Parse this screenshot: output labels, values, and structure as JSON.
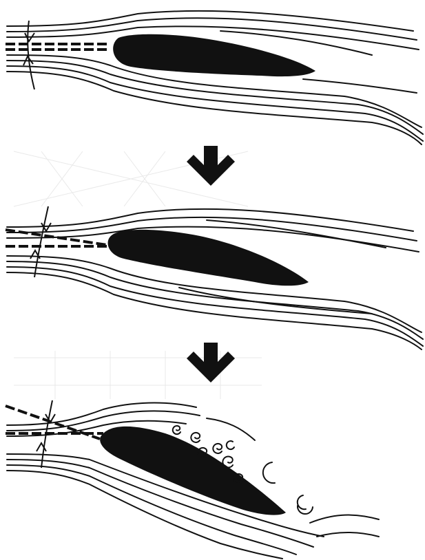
{
  "diagram": {
    "colors": {
      "ink": "#111111",
      "background": "#ffffff",
      "grid": "#e9e9e9"
    },
    "stages": [
      {
        "id": "stage-1",
        "angle_of_attack_deg": 6,
        "flow": "attached",
        "vortices": 0
      },
      {
        "id": "stage-2",
        "angle_of_attack_deg": 10,
        "flow": "attached",
        "vortices": 0
      },
      {
        "id": "stage-3",
        "angle_of_attack_deg": 26,
        "flow": "separated",
        "vortices": 9
      }
    ],
    "transitions": [
      {
        "from": "stage-1",
        "to": "stage-2",
        "icon": "down-arrow-icon"
      },
      {
        "from": "stage-2",
        "to": "stage-3",
        "icon": "down-arrow-icon"
      }
    ]
  }
}
